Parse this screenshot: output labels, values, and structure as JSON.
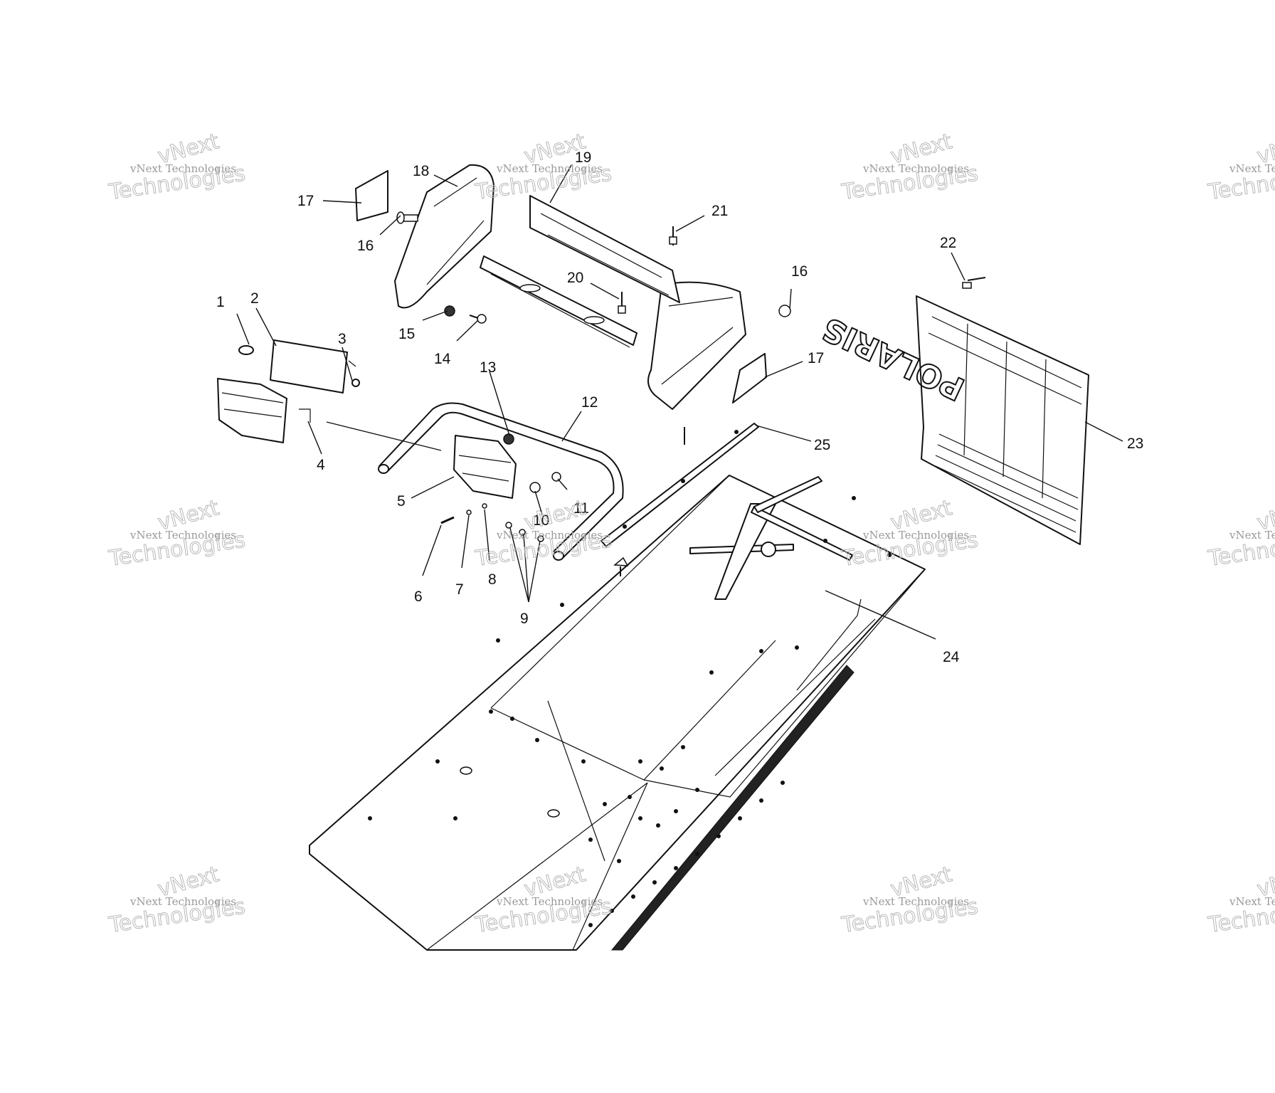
{
  "watermark": {
    "line1": "vNext",
    "line2": "vNext Technologies",
    "line3": "Technologies"
  },
  "flap_logo": "POLARIS",
  "callouts": [
    "1",
    "2",
    "3",
    "4",
    "5",
    "6",
    "7",
    "8",
    "9",
    "10",
    "11",
    "12",
    "13",
    "14",
    "15",
    "16",
    "16",
    "17",
    "17",
    "18",
    "19",
    "20",
    "21",
    "22",
    "23",
    "24",
    "25"
  ]
}
